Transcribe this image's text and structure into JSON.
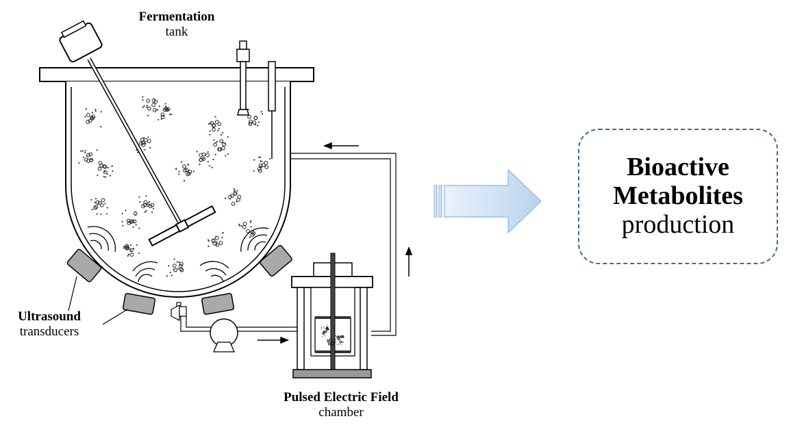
{
  "labels": {
    "tank_title": "Fermentation",
    "tank_sub": "tank",
    "ultrasound_title": "Ultrasound",
    "ultrasound_sub": "transducers",
    "pef_title": "Pulsed Electric Field",
    "pef_sub": "chamber"
  },
  "result": {
    "line1": "Bioactive",
    "line2": "Metabolites",
    "line3": "production"
  },
  "colors": {
    "outline": "#000000",
    "transducer": "#a9a9a9",
    "arrow_fill": "#c9def3",
    "arrow_stroke": "#8fb3d9",
    "box_border": "#3d6b93"
  }
}
